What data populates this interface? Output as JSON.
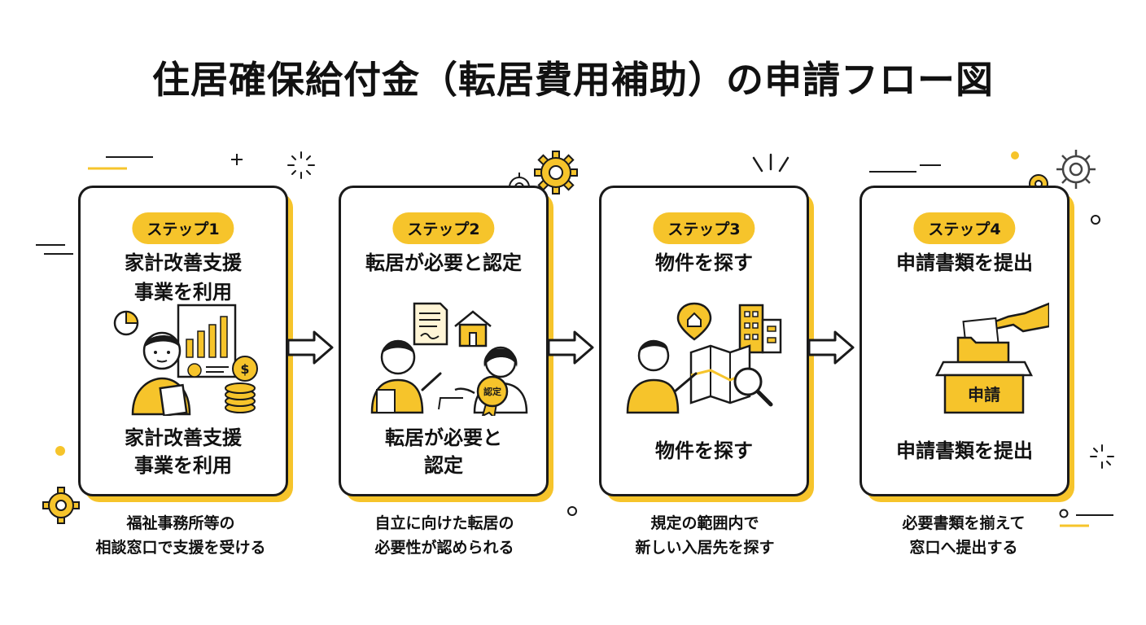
{
  "title": "住居確保給付金（転居費用補助）の申請フロー図",
  "colors": {
    "accent": "#f6c42b",
    "ink": "#1a1a1a",
    "background": "#ffffff"
  },
  "steps": [
    {
      "badge": "ステップ1",
      "heading": "家計改善支援\n事業を利用",
      "footer": "家計改善支援\n事業を利用",
      "caption": "福祉事務所等の\n相談窓口で支援を受ける",
      "icons": [
        "person-thinking-icon",
        "pie-chart-icon",
        "bar-chart-icon",
        "coin-stack-icon",
        "notepad-icon"
      ]
    },
    {
      "badge": "ステップ2",
      "heading": "転居が必要と認定",
      "footer": "転居が必要と\n認定",
      "caption": "自立に向けた転居の\n必要性が認められる",
      "seal": "認定",
      "icons": [
        "staff-person-icon",
        "client-person-icon",
        "document-icon",
        "house-icon",
        "certified-seal-icon"
      ]
    },
    {
      "badge": "ステップ3",
      "heading": "物件を探す",
      "footer": "物件を探す",
      "caption": "規定の範囲内で\n新しい入居先を探す",
      "icons": [
        "person-pointing-icon",
        "map-icon",
        "map-pin-house-icon",
        "building-icon",
        "magnifier-icon"
      ]
    },
    {
      "badge": "ステップ4",
      "heading": "申請書類を提出",
      "footer": "申請書類を提出",
      "caption": "必要書類を揃えて\n窓口へ提出する",
      "box_label": "申請",
      "icons": [
        "hand-submitting-icon",
        "folder-icon",
        "submission-box-icon"
      ]
    }
  ]
}
